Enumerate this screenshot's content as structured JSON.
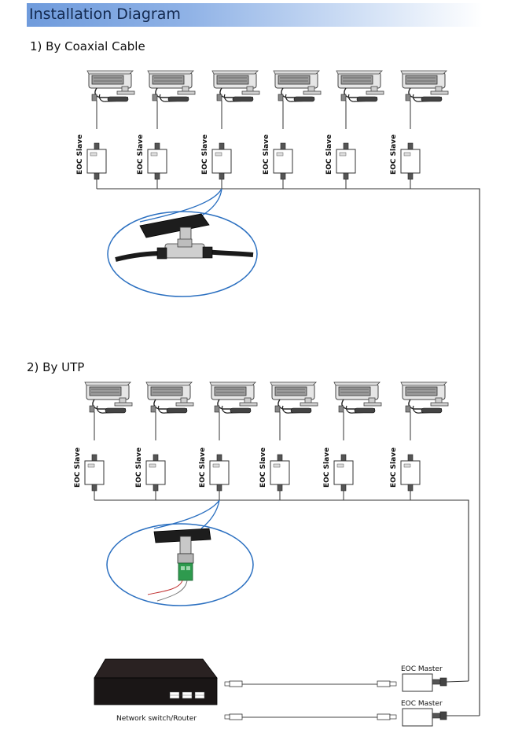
{
  "title": "Installation Diagram",
  "sections": {
    "coaxial": "1) By Coaxial Cable",
    "utp": "2) By UTP"
  },
  "slave_label": "EOC Slave",
  "master_label": "EOC Master",
  "switch_label": "Network switch/Router",
  "colors": {
    "header": "#6f9bdc",
    "zoom_outline": "#2a6fc0",
    "line": "#333333"
  },
  "icons": [
    "camera-icon",
    "eoc-slave-icon",
    "eoc-master-icon",
    "network-switch-icon",
    "rj45-plug-icon",
    "bnc-t-connector-icon",
    "utp-balun-icon"
  ]
}
